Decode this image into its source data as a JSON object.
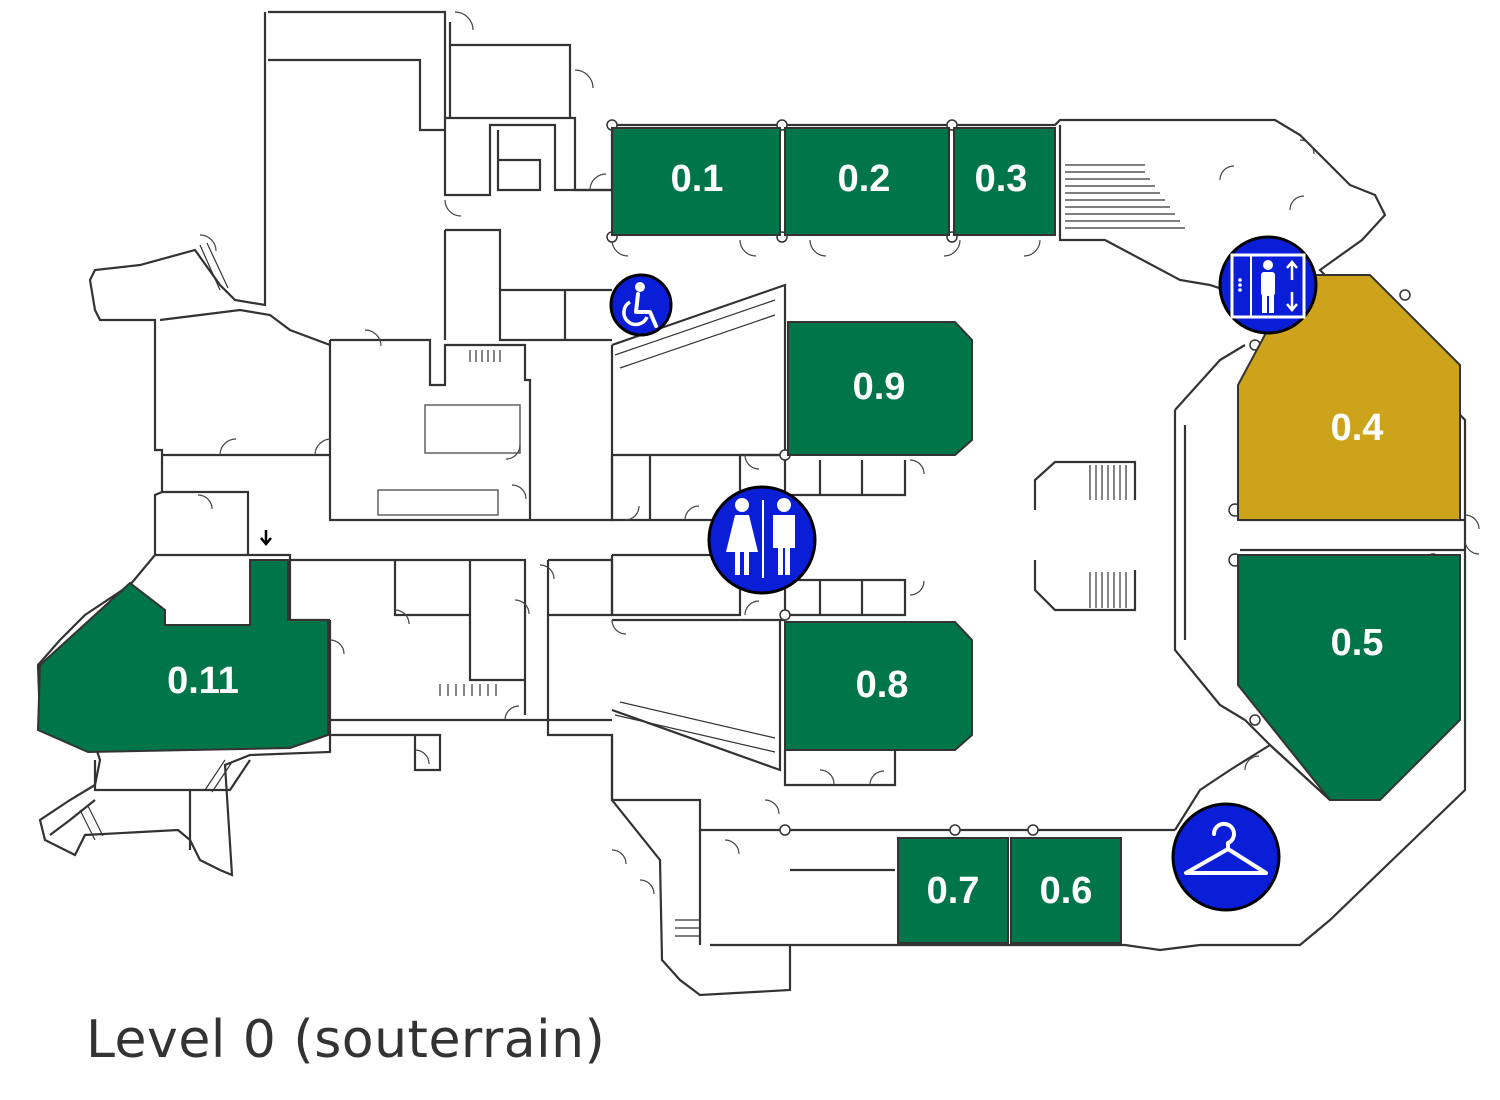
{
  "map": {
    "level_title": "Level 0 (souterrain)",
    "colors": {
      "room_default": "#00754a",
      "room_highlight": "#cca31a",
      "icon_badge": "#0a1ed8",
      "walls": "#333333"
    },
    "rooms": [
      {
        "id": "0.1",
        "label": "0.1",
        "highlighted": false
      },
      {
        "id": "0.2",
        "label": "0.2",
        "highlighted": false
      },
      {
        "id": "0.3",
        "label": "0.3",
        "highlighted": false
      },
      {
        "id": "0.4",
        "label": "0.4",
        "highlighted": true
      },
      {
        "id": "0.5",
        "label": "0.5",
        "highlighted": false
      },
      {
        "id": "0.6",
        "label": "0.6",
        "highlighted": false
      },
      {
        "id": "0.7",
        "label": "0.7",
        "highlighted": false
      },
      {
        "id": "0.8",
        "label": "0.8",
        "highlighted": false
      },
      {
        "id": "0.9",
        "label": "0.9",
        "highlighted": false
      },
      {
        "id": "0.11",
        "label": "0.11",
        "highlighted": false
      }
    ],
    "facilities": [
      {
        "icon": "wheelchair-accessible-icon"
      },
      {
        "icon": "elevator-icon"
      },
      {
        "icon": "restrooms-icon"
      },
      {
        "icon": "cloakroom-hanger-icon"
      }
    ]
  }
}
